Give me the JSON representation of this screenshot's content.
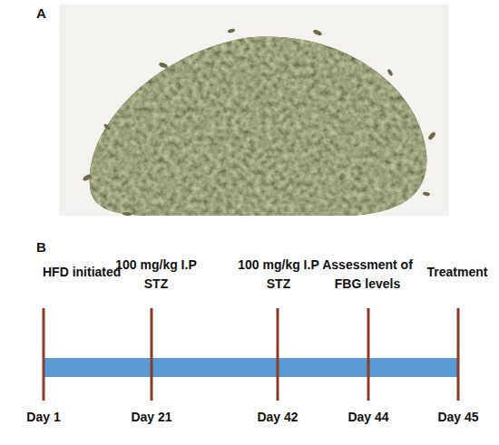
{
  "diagram": {
    "labels": [
      "A",
      "B",
      "HFD initiated",
      "100 mg/kg I.P STZ",
      "100 mg/kg I.P STZ",
      "Assessment of FBG levels",
      "Treatment",
      "Day 1",
      "Day 21",
      "Day 42",
      "Day 44",
      "Day 45"
    ]
  }
}
